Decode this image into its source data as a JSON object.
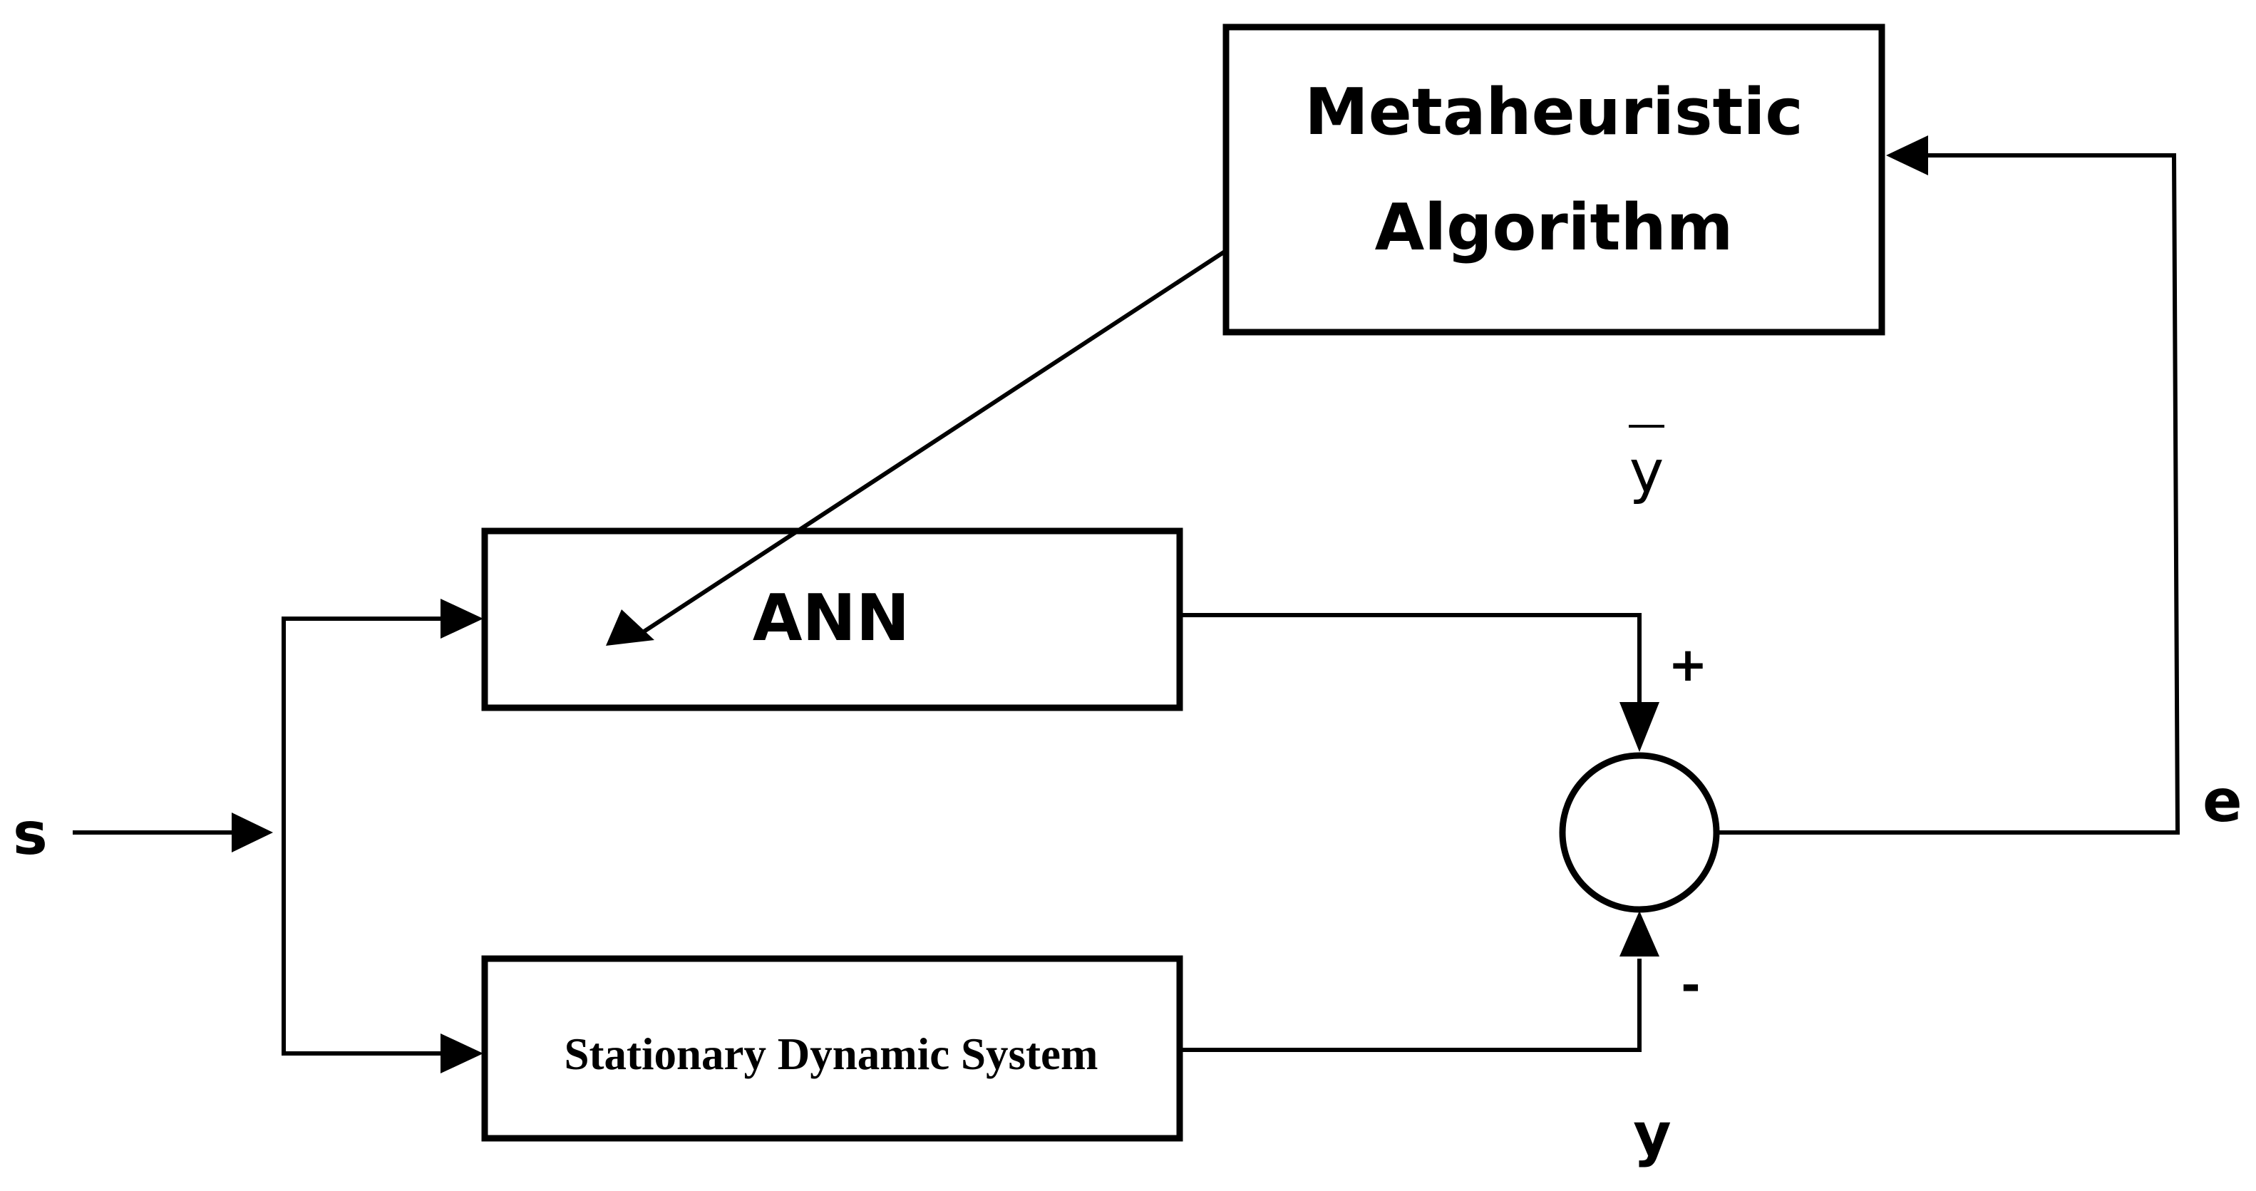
{
  "diagram": {
    "blocks": {
      "metaheuristic": {
        "line1": "Metaheuristic",
        "line2": "Algorithm"
      },
      "ann": {
        "label": "ANN"
      },
      "system": {
        "label": "Stationary Dynamic System"
      }
    },
    "signals": {
      "input": "s",
      "error": "e",
      "model_output": "y",
      "plant_output": "y",
      "plus_sign": "+",
      "minus_sign": "-"
    }
  }
}
